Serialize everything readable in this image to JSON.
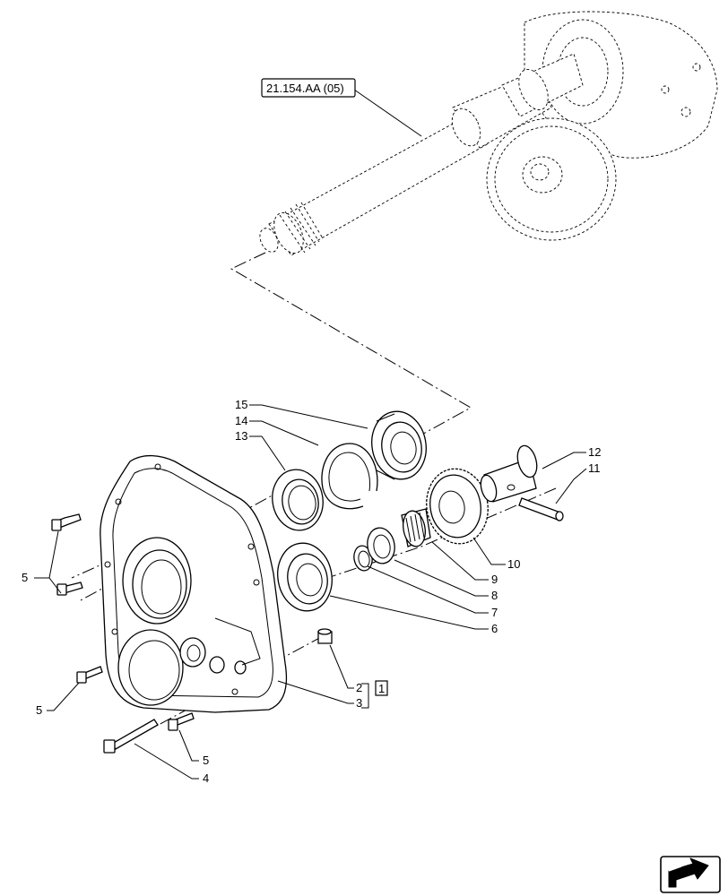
{
  "reference": {
    "text": "21.154.AA (05)"
  },
  "callouts": {
    "c1": "1",
    "c2": "2",
    "c3": "3",
    "c4": "4",
    "c5a": "5",
    "c5b": "5",
    "c5c": "5",
    "c6": "6",
    "c7": "7",
    "c8": "8",
    "c9": "9",
    "c10": "10",
    "c11": "11",
    "c12": "12",
    "c13": "13",
    "c14": "14",
    "c15": "15"
  },
  "nav_icon": "next-page-arrow-icon"
}
